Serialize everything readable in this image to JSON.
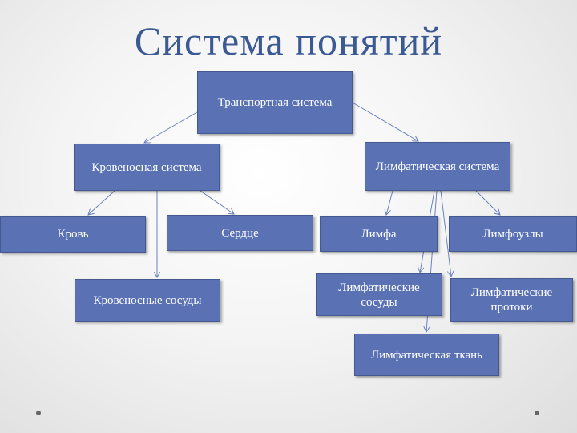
{
  "title": "Система понятий",
  "nodes": {
    "transport": "Транспортная система",
    "blood_system": "Кровеносная система",
    "lymph_system": "Лимфатическая система",
    "blood": "Кровь",
    "heart": "Сердце",
    "blood_vessels": "Кровеносные сосуды",
    "lymph": "Лимфа",
    "lymph_nodes": "Лимфоузлы",
    "lymph_vessels": "Лимфатические сосуды",
    "lymph_ducts": "Лимфатические протоки",
    "lymph_tissue": "Лимфатическая ткань"
  },
  "colors": {
    "node_fill": "#5a72b4",
    "title": "#3b5a94",
    "connector": "#6b82c0"
  }
}
